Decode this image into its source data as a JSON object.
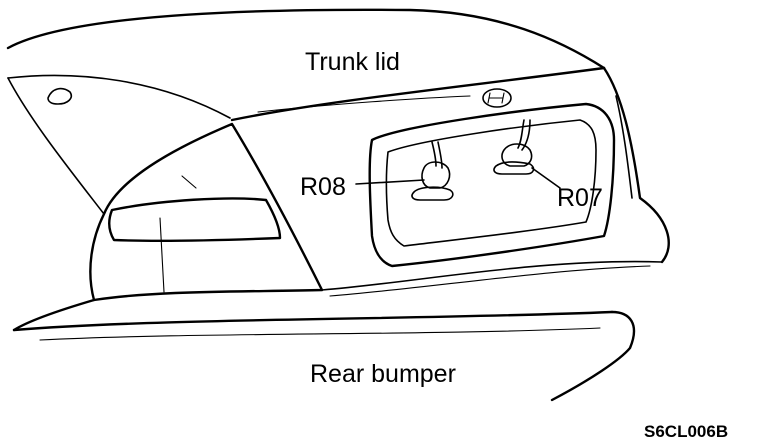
{
  "labels": {
    "trunk_lid": "Trunk lid",
    "rear_bumper": "Rear bumper",
    "connector_r08": "R08",
    "connector_r07": "R07"
  },
  "figure_code": "S6CL006B",
  "line_color": "#000000",
  "background": "#ffffff"
}
